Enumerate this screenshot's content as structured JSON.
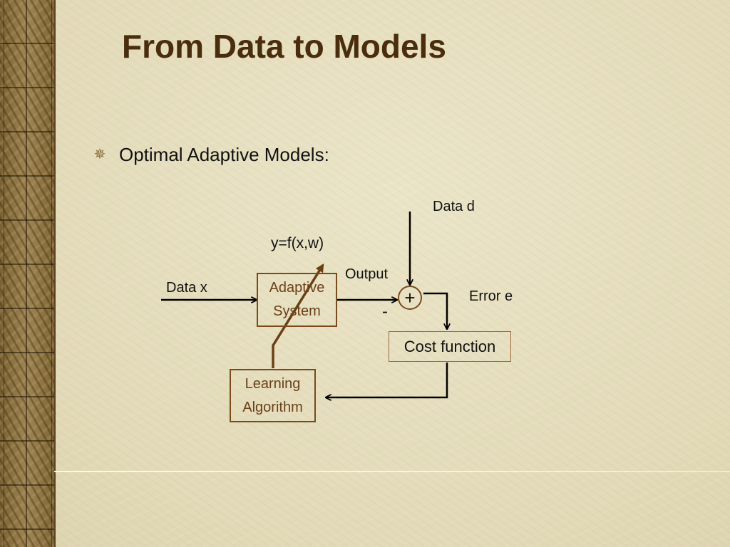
{
  "slide": {
    "title": "From Data to Models",
    "bullet_text": "Optimal Adaptive Models:",
    "bullet_icon": "star-bullet-icon"
  },
  "diagram": {
    "adaptive_box": {
      "line1": "Adaptive",
      "line2": "System"
    },
    "learning_box": {
      "line1": "Learning",
      "line2": "Algorithm"
    },
    "cost_box": "Cost function",
    "sum_symbol": "+",
    "minus_symbol": "-",
    "labels": {
      "data_d": "Data d",
      "equation": "y=f(x,w)",
      "output": "Output",
      "data_x": "Data x",
      "error_e": "Error e"
    }
  },
  "colors": {
    "background": "#e6dfbf",
    "title": "#4a2d0c",
    "box_border": "#7a4a1c",
    "box_text": "#6a4018",
    "arrow": "#000000",
    "adaptation_arrow": "#6b3f14"
  }
}
